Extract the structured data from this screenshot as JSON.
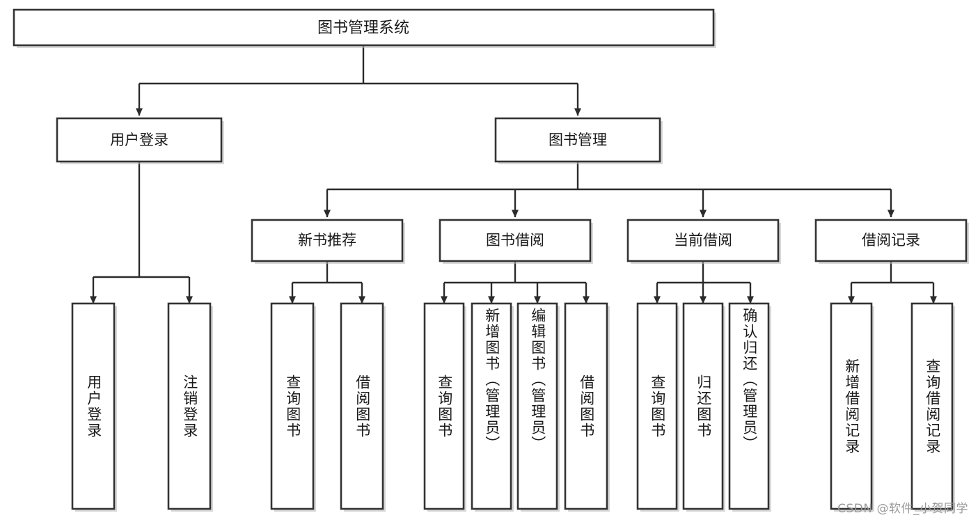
{
  "diagram": {
    "kind": "tree-hierarchy",
    "title": "图书管理系统",
    "watermark": "CSDN @软件_小贺同学",
    "colors": {
      "box_fill": "#ffffff",
      "box_stroke": "#333333",
      "connector": "#2b2b2b",
      "text": "#1a1a1a",
      "watermark": "#9a9a9a"
    },
    "levels": {
      "root": {
        "label": "图书管理系统"
      },
      "level2": [
        {
          "label": "用户登录"
        },
        {
          "label": "图书管理"
        }
      ],
      "level3": [
        {
          "label": "新书推荐"
        },
        {
          "label": "图书借阅"
        },
        {
          "label": "当前借阅"
        },
        {
          "label": "借阅记录"
        }
      ],
      "leaves": {
        "user_login": [
          {
            "label": "用户登录"
          },
          {
            "label": "注销登录"
          }
        ],
        "new_book_recommend": [
          {
            "label": "查询图书"
          },
          {
            "label": "借阅图书"
          }
        ],
        "book_borrow": [
          {
            "label": "查询图书"
          },
          {
            "label": "新增图书（管理员）"
          },
          {
            "label": "编辑图书（管理员）"
          },
          {
            "label": "借阅图书"
          }
        ],
        "current_borrow": [
          {
            "label": "查询图书"
          },
          {
            "label": "归还图书"
          },
          {
            "label": "确认归还（管理员）"
          }
        ],
        "borrow_record": [
          {
            "label": "新增借阅记录"
          },
          {
            "label": "查询借阅记录"
          }
        ]
      }
    }
  }
}
